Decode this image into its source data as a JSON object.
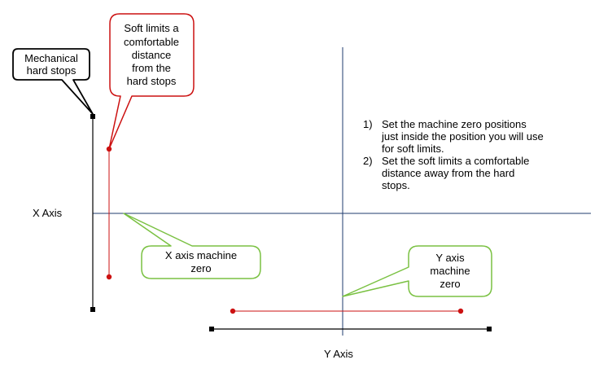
{
  "colors": {
    "axis": "#1f3b6e",
    "hard_stop": "#000000",
    "soft_limit": "#cc1111",
    "zero_callout": "#7ac142"
  },
  "labels": {
    "x_axis": "X Axis",
    "y_axis": "Y Axis"
  },
  "callouts": {
    "mechanical": [
      "Mechanical",
      "hard stops"
    ],
    "soft_limits": [
      "Soft limits a",
      "comfortable",
      "distance",
      "from the",
      "hard stops"
    ],
    "x_zero": [
      "X axis machine",
      "zero"
    ],
    "y_zero": [
      "Y axis",
      "machine",
      "zero"
    ]
  },
  "instructions": [
    {
      "num": "1)",
      "lines": [
        "Set the machine zero positions",
        "just inside the position you will use",
        "for soft limits."
      ]
    },
    {
      "num": "2)",
      "lines": [
        "Set the soft limits a comfortable",
        "distance away from the hard",
        "stops."
      ]
    }
  ]
}
